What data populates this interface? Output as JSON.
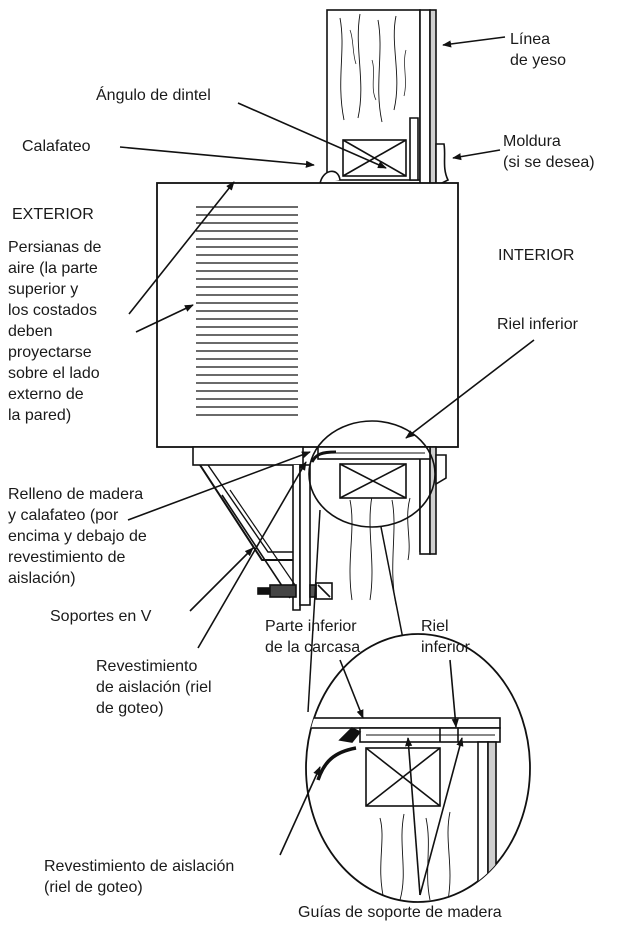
{
  "labels": {
    "linea_yeso": "Línea\nde yeso",
    "angulo_dintel": "Ángulo de dintel",
    "calafateo": "Calafateo",
    "moldura": "Moldura\n(si se desea)",
    "exterior": "EXTERIOR",
    "persianas": "Persianas de\naire (la parte\nsuperior y\nlos costados\ndeben\nproyectarse\nsobre el lado\nexterno de\nla pared)",
    "interior": "INTERIOR",
    "riel_inferior_top": "Riel inferior",
    "relleno": "Relleno de madera\ny calafateo (por\nencima y debajo de\nrevestimiento de\naislación)",
    "soportes_v": "Soportes en V",
    "parte_inferior": "Parte inferior\nde la carcasa",
    "riel_inferior_detail": "Riel\ninferior",
    "revestimiento_top": "Revestimiento\nde aislación (riel\nde goteo)",
    "revestimiento_bottom": "Revestimiento de aislación\n(riel de goteo)",
    "guias": "Guías de soporte de madera"
  }
}
